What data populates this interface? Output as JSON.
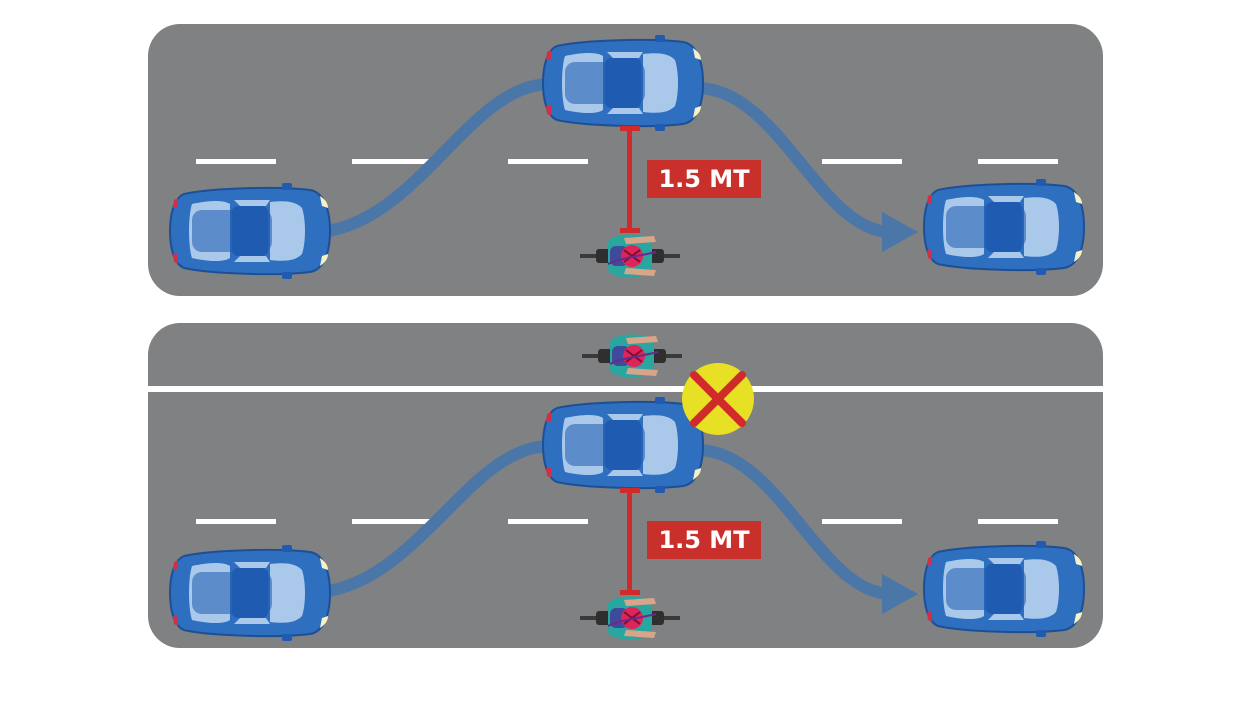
{
  "colors": {
    "road": "#7f8182",
    "lane_marking": "#ffffff",
    "car_body": "#2f6fc0",
    "car_glass": "#a9c8ea",
    "car_roof": "#1f5bb0",
    "trajectory": "#4a76a8",
    "distance_marker": "#d12a2a",
    "label_bg": "#c9302c",
    "label_text": "#ffffff",
    "warning_circle": "#e8e024",
    "warning_cross": "#d12a2a",
    "cyclist_shirt": "#2aa6a0",
    "cyclist_helmet": "#e0245a"
  },
  "icons": {
    "car": "car-top-view-icon",
    "cyclist": "cyclist-top-view-icon",
    "forbidden": "red-x-icon"
  },
  "panels": [
    {
      "id": "correct-overtake",
      "distance_label": "1.5 MT",
      "has_bike_lane": false,
      "has_forbidden_marker": false
    },
    {
      "id": "forbidden-overtake",
      "distance_label": "1.5 MT",
      "has_bike_lane": true,
      "has_forbidden_marker": true
    }
  ]
}
